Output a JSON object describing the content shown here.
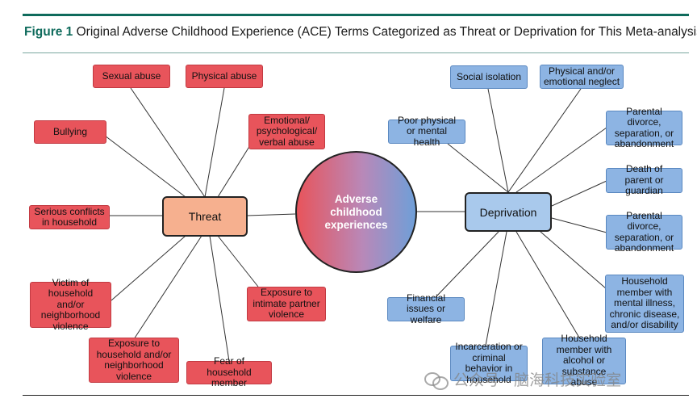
{
  "figure": {
    "label": "Figure 1",
    "title": "Original Adverse Childhood Experience (ACE) Terms Categorized as Threat or Deprivation for This Meta-analysis"
  },
  "center": {
    "label": "Adverse childhood experiences"
  },
  "threat": {
    "label": "Threat",
    "color": "#e8545b",
    "hub_color": "#f6b08f",
    "items": [
      "Sexual abuse",
      "Physical abuse",
      "Bullying",
      "Emotional/ psychological/ verbal abuse",
      "Serious conflicts in household",
      "Victim of household and/or neighborhood violence",
      "Exposure to intimate partner violence",
      "Exposure to household and/or neighborhood violence",
      "Fear of household member"
    ]
  },
  "deprivation": {
    "label": "Deprivation",
    "color": "#8db4e3",
    "hub_color": "#a9c9ec",
    "items": [
      "Social isolation",
      "Physical and/or emotional neglect",
      "Poor physical or mental health",
      "Parental divorce, separation, or abandonment",
      "Death of parent or guardian",
      "Parental divorce, separation, or abandonment",
      "Financial issues or welfare",
      "Household member with mental illness, chronic disease, and/or disability",
      "Incarceration or criminal behavior in household",
      "Household member with alcohol or substance abuse"
    ]
  },
  "watermark": {
    "text": "公众号 · 脑海科技实验室",
    "icon": "wechat-icon"
  }
}
